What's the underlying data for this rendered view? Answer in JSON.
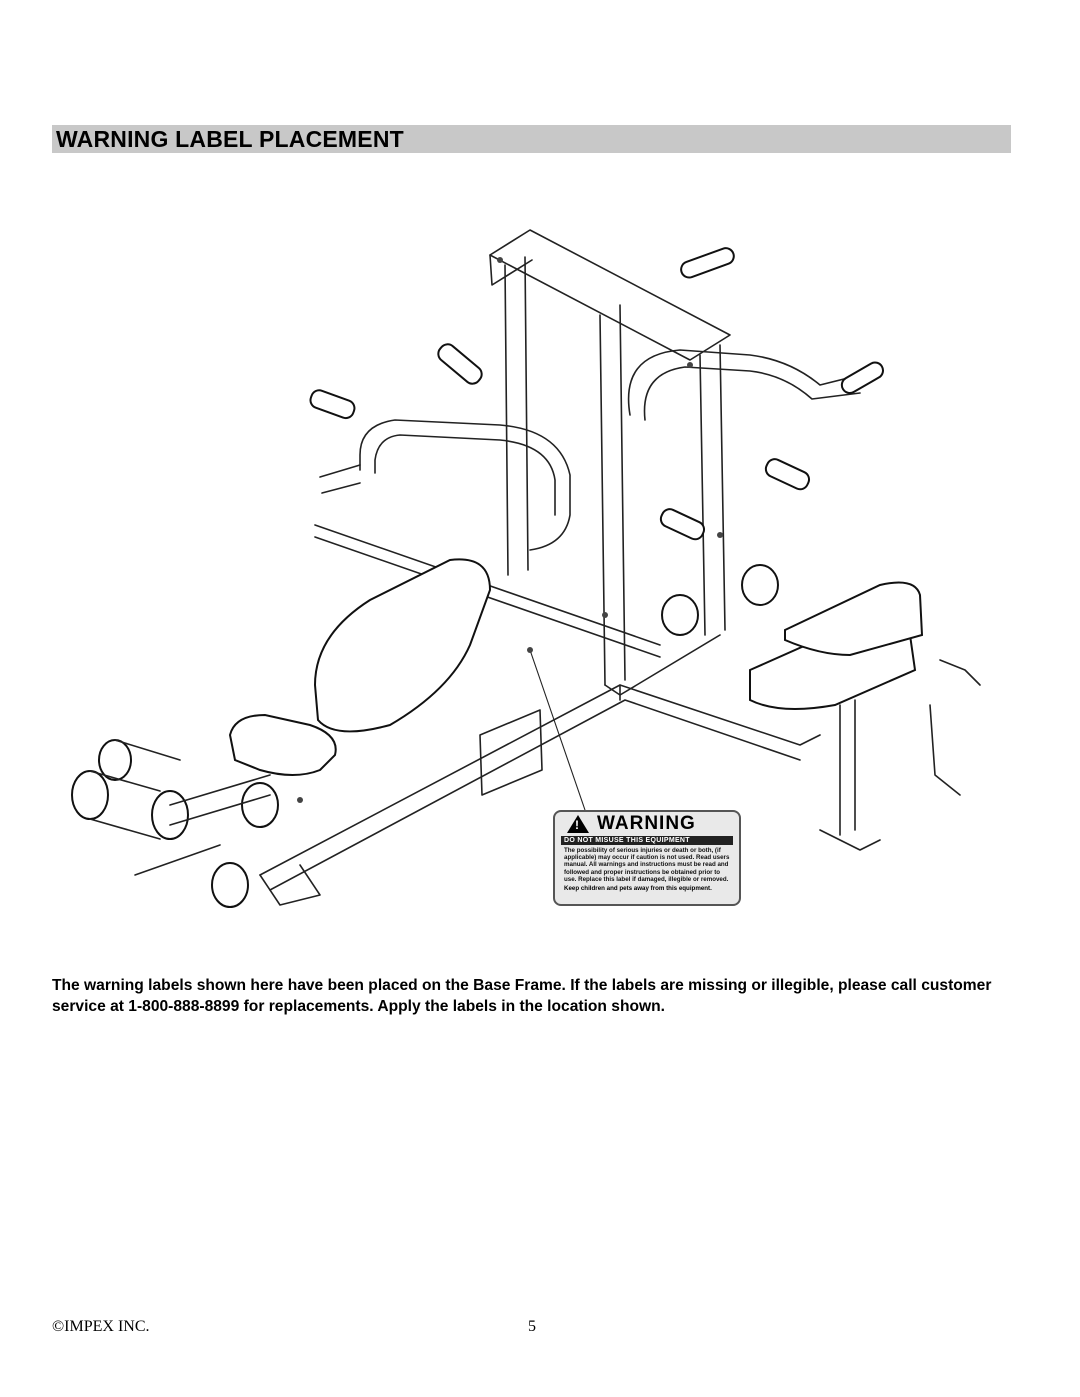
{
  "header": {
    "title": "WARNING LABEL PLACEMENT"
  },
  "warning_label": {
    "heading": "WARNING",
    "subheading": "DO NOT MISUSE THIS EQUIPMENT",
    "body": "The possibility of serious injuries or death or both, (if applicable) may occur if caution is not used. Read users manual. All warnings and instructions must be read and followed and proper instructions be obtained prior to use. Replace this label if damaged, illegible or removed.",
    "footer": "Keep children and pets away from this equipment."
  },
  "caption": "The warning labels shown here have been placed on the Base Frame.  If the labels are missing or illegible, please call customer service at 1-800-888-8899 for replacements.  Apply the labels in the location shown.",
  "footer": {
    "company": "©IMPEX INC.",
    "page_number": "5"
  }
}
